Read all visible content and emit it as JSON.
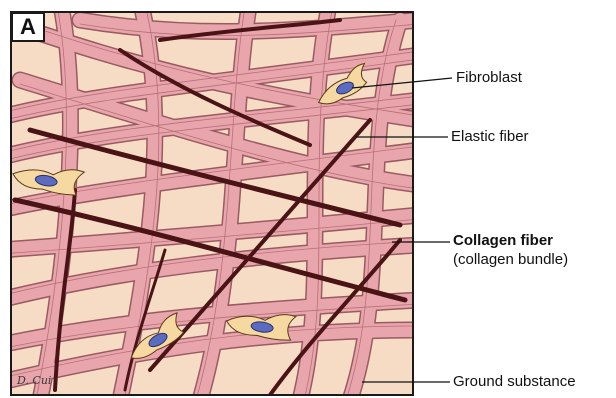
{
  "panel_letter": "A",
  "labels": {
    "fibroblast": "Fibroblast",
    "elastic_fiber": "Elastic fiber",
    "collagen_fiber": "Collagen fiber",
    "collagen_bundle": "(collagen bundle)",
    "ground_substance": "Ground substance"
  },
  "signature": "D. Cui",
  "colors": {
    "ground_substance": "#f6dcc4",
    "collagen": "#e8a5ac",
    "collagen_edge": "#9a5a62",
    "elastic": "#4a1416",
    "fibroblast": "#f5d9a0",
    "nucleus": "#5b6bc0"
  }
}
